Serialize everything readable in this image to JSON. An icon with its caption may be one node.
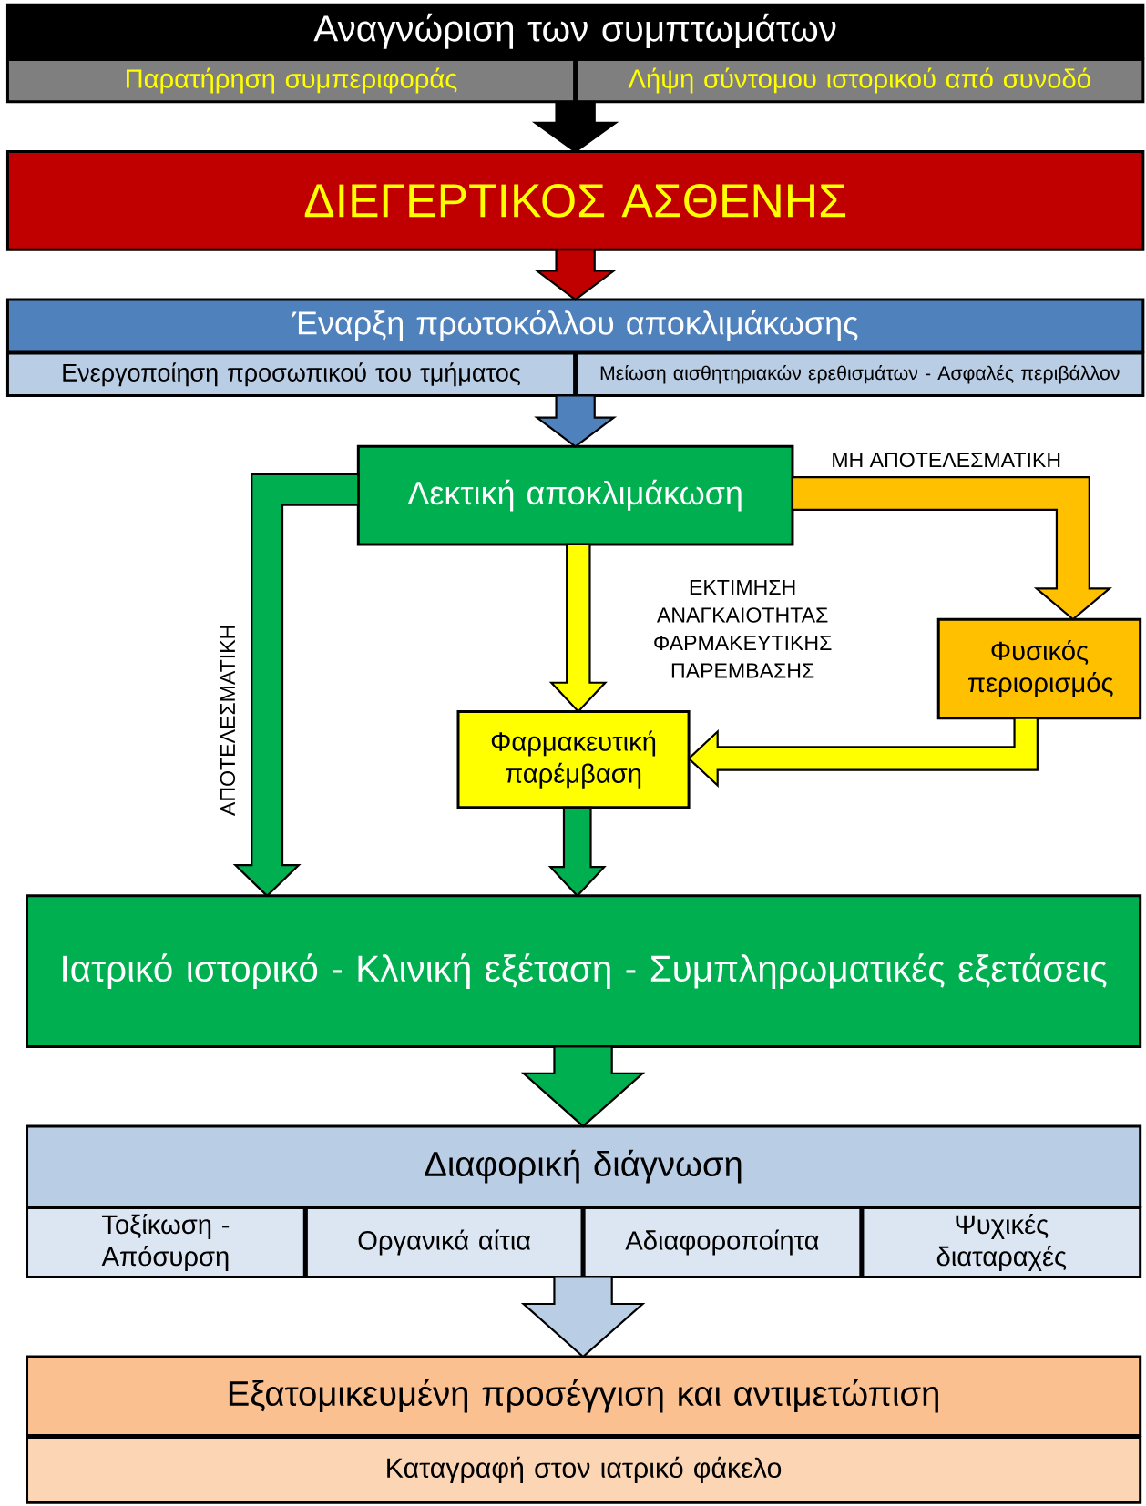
{
  "diagram": {
    "nodes": [
      {
        "text": [
          "Αναγνώριση των συμπτωμάτων"
        ]
      },
      {
        "text": [
          "Παρατήρηση συμπεριφοράς"
        ]
      },
      {
        "text": [
          "Λήψη σύντομου ιστορικού από συνοδό"
        ]
      },
      {
        "text": [
          "ΔΙΕΓΕΡΤΙΚΟΣ ΑΣΘΕΝΗΣ"
        ]
      },
      {
        "text": [
          "Έναρξη πρωτοκόλλου αποκλιμάκωσης"
        ]
      },
      {
        "text": [
          "Ενεργοποίηση προσωπικού του τμήματος"
        ]
      },
      {
        "text": [
          "Μείωση αισθητηριακών ερεθισμάτων - Ασφαλές περιβάλλον"
        ]
      },
      {
        "text": [
          "Λεκτική αποκλιμάκωση"
        ]
      },
      {
        "text": [
          "Φυσικός περιορισμός"
        ]
      },
      {
        "text": [
          "Φαρμακευτική παρέμβαση"
        ]
      },
      {
        "text": [
          "Ιατρικό ιστορικό - Κλινική εξέταση - Συμπληρωματικές εξετάσεις"
        ]
      },
      {
        "text": [
          "Διαφορική διάγνωση"
        ]
      },
      {
        "text": [
          "Τοξίκωση - Απόσυρση"
        ]
      },
      {
        "text": [
          "Οργανικά αίτια"
        ]
      },
      {
        "text": [
          "Αδιαφοροποίητα"
        ]
      },
      {
        "text": [
          "Ψυχικές διαταραχές"
        ]
      },
      {
        "text": [
          "Εξατομικευμένη προσέγγιση και αντιμετώπιση"
        ]
      },
      {
        "text": [
          "Καταγραφή στον ιατρικό φάκελο"
        ]
      }
    ],
    "edges": [
      {
        "from": 0,
        "to": 3,
        "arrow": "to",
        "color": "#000000"
      },
      {
        "from": 3,
        "to": 4,
        "arrow": "to",
        "color": "#c00000"
      },
      {
        "from": 4,
        "to": 7,
        "arrow": "to",
        "color": "#4f81bd"
      },
      {
        "from": 7,
        "to": 10,
        "arrow": "to",
        "label": "ΑΠΟΤΕΛΕΣΜΑΤΙΚΗ",
        "color": "#00b050"
      },
      {
        "from": 7,
        "to": 9,
        "arrow": "to",
        "label": "ΕΚΤΙΜΗΣΗ ΑΝΑΓΚΑΙΟΤΗΤΑΣ ΦΑΡΜΑΚΕΥΤΙΚΗΣ ΠΑΡΕΜΒΑΣΗΣ",
        "color": "#ffff00"
      },
      {
        "from": 7,
        "to": 8,
        "arrow": "to",
        "label": "ΜΗ ΑΠΟΤΕΛΕΣΜΑΤΙΚΗ",
        "color": "#ffc000"
      },
      {
        "from": 8,
        "to": 9,
        "arrow": "to",
        "color": "#ffff00"
      },
      {
        "from": 9,
        "to": 10,
        "arrow": "to",
        "color": "#00b050"
      },
      {
        "from": 10,
        "to": 11,
        "arrow": "to",
        "color": "#00b050"
      },
      {
        "from": 11,
        "to": 16,
        "arrow": "to",
        "color": "#b9cde5"
      }
    ]
  }
}
